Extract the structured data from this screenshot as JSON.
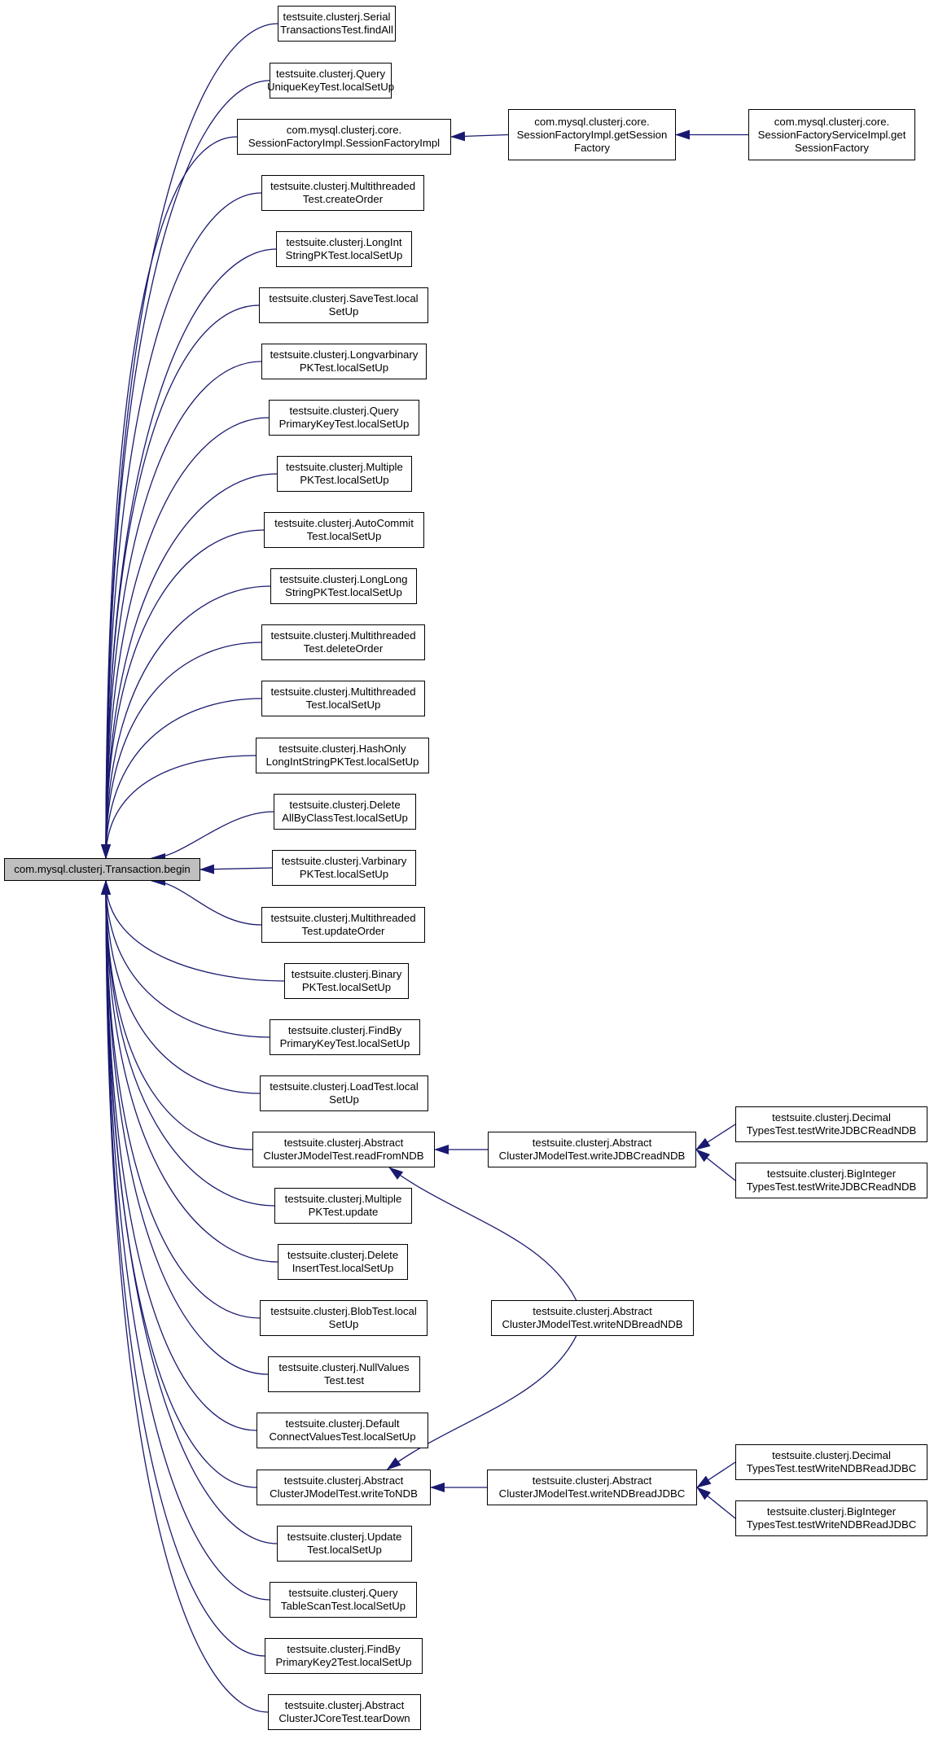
{
  "colors": {
    "edge": "#191970",
    "root_fill": "#bfbfbf",
    "node_fill": "#ffffff",
    "node_border": "#000000"
  },
  "root": {
    "id": "root",
    "lines": [
      "com.mysql.clusterj.Transaction.begin"
    ]
  },
  "nodes": [
    {
      "id": "n1",
      "lines": [
        "testsuite.clusterj.Serial",
        "TransactionsTest.findAll"
      ]
    },
    {
      "id": "n2",
      "lines": [
        "testsuite.clusterj.Query",
        "UniqueKeyTest.localSetUp"
      ]
    },
    {
      "id": "n3",
      "lines": [
        "com.mysql.clusterj.core.",
        "SessionFactoryImpl.SessionFactoryImpl"
      ]
    },
    {
      "id": "n4",
      "lines": [
        "testsuite.clusterj.Multithreaded",
        "Test.createOrder"
      ]
    },
    {
      "id": "n5",
      "lines": [
        "testsuite.clusterj.LongInt",
        "StringPKTest.localSetUp"
      ]
    },
    {
      "id": "n6",
      "lines": [
        "testsuite.clusterj.SaveTest.local",
        "SetUp"
      ]
    },
    {
      "id": "n7",
      "lines": [
        "testsuite.clusterj.Longvarbinary",
        "PKTest.localSetUp"
      ]
    },
    {
      "id": "n8",
      "lines": [
        "testsuite.clusterj.Query",
        "PrimaryKeyTest.localSetUp"
      ]
    },
    {
      "id": "n9",
      "lines": [
        "testsuite.clusterj.Multiple",
        "PKTest.localSetUp"
      ]
    },
    {
      "id": "n10",
      "lines": [
        "testsuite.clusterj.AutoCommit",
        "Test.localSetUp"
      ]
    },
    {
      "id": "n11",
      "lines": [
        "testsuite.clusterj.LongLong",
        "StringPKTest.localSetUp"
      ]
    },
    {
      "id": "n12",
      "lines": [
        "testsuite.clusterj.Multithreaded",
        "Test.deleteOrder"
      ]
    },
    {
      "id": "n13",
      "lines": [
        "testsuite.clusterj.Multithreaded",
        "Test.localSetUp"
      ]
    },
    {
      "id": "n14",
      "lines": [
        "testsuite.clusterj.HashOnly",
        "LongIntStringPKTest.localSetUp"
      ]
    },
    {
      "id": "n15",
      "lines": [
        "testsuite.clusterj.Delete",
        "AllByClassTest.localSetUp"
      ]
    },
    {
      "id": "n16",
      "lines": [
        "testsuite.clusterj.Varbinary",
        "PKTest.localSetUp"
      ]
    },
    {
      "id": "n17",
      "lines": [
        "testsuite.clusterj.Multithreaded",
        "Test.updateOrder"
      ]
    },
    {
      "id": "n18",
      "lines": [
        "testsuite.clusterj.Binary",
        "PKTest.localSetUp"
      ]
    },
    {
      "id": "n19",
      "lines": [
        "testsuite.clusterj.FindBy",
        "PrimaryKeyTest.localSetUp"
      ]
    },
    {
      "id": "n20",
      "lines": [
        "testsuite.clusterj.LoadTest.local",
        "SetUp"
      ]
    },
    {
      "id": "n21",
      "lines": [
        "testsuite.clusterj.Abstract",
        "ClusterJModelTest.readFromNDB"
      ]
    },
    {
      "id": "n22",
      "lines": [
        "testsuite.clusterj.Multiple",
        "PKTest.update"
      ]
    },
    {
      "id": "n23",
      "lines": [
        "testsuite.clusterj.Delete",
        "InsertTest.localSetUp"
      ]
    },
    {
      "id": "n24",
      "lines": [
        "testsuite.clusterj.BlobTest.local",
        "SetUp"
      ]
    },
    {
      "id": "n25",
      "lines": [
        "testsuite.clusterj.NullValues",
        "Test.test"
      ]
    },
    {
      "id": "n26",
      "lines": [
        "testsuite.clusterj.Default",
        "ConnectValuesTest.localSetUp"
      ]
    },
    {
      "id": "n27",
      "lines": [
        "testsuite.clusterj.Abstract",
        "ClusterJModelTest.writeToNDB"
      ]
    },
    {
      "id": "n28",
      "lines": [
        "testsuite.clusterj.Update",
        "Test.localSetUp"
      ]
    },
    {
      "id": "n29",
      "lines": [
        "testsuite.clusterj.Query",
        "TableScanTest.localSetUp"
      ]
    },
    {
      "id": "n30",
      "lines": [
        "testsuite.clusterj.FindBy",
        "PrimaryKey2Test.localSetUp"
      ]
    },
    {
      "id": "n31",
      "lines": [
        "testsuite.clusterj.Abstract",
        "ClusterJCoreTest.tearDown"
      ]
    },
    {
      "id": "m1",
      "lines": [
        "com.mysql.clusterj.core.",
        "SessionFactoryImpl.getSession",
        "Factory"
      ]
    },
    {
      "id": "m2",
      "lines": [
        "com.mysql.clusterj.core.",
        "SessionFactoryServiceImpl.get",
        "SessionFactory"
      ]
    },
    {
      "id": "m3",
      "lines": [
        "testsuite.clusterj.Abstract",
        "ClusterJModelTest.writeJDBCreadNDB"
      ]
    },
    {
      "id": "m4",
      "lines": [
        "testsuite.clusterj.Decimal",
        "TypesTest.testWriteJDBCReadNDB"
      ]
    },
    {
      "id": "m5",
      "lines": [
        "testsuite.clusterj.BigInteger",
        "TypesTest.testWriteJDBCReadNDB"
      ]
    },
    {
      "id": "m6",
      "lines": [
        "testsuite.clusterj.Abstract",
        "ClusterJModelTest.writeNDBreadNDB"
      ]
    },
    {
      "id": "m7",
      "lines": [
        "testsuite.clusterj.Abstract",
        "ClusterJModelTest.writeNDBreadJDBC"
      ]
    },
    {
      "id": "m8",
      "lines": [
        "testsuite.clusterj.Decimal",
        "TypesTest.testWriteNDBReadJDBC"
      ]
    },
    {
      "id": "m9",
      "lines": [
        "testsuite.clusterj.BigInteger",
        "TypesTest.testWriteNDBReadJDBC"
      ]
    }
  ],
  "edges": [
    [
      "n1",
      "root"
    ],
    [
      "n2",
      "root"
    ],
    [
      "n3",
      "root"
    ],
    [
      "n4",
      "root"
    ],
    [
      "n5",
      "root"
    ],
    [
      "n6",
      "root"
    ],
    [
      "n7",
      "root"
    ],
    [
      "n8",
      "root"
    ],
    [
      "n9",
      "root"
    ],
    [
      "n10",
      "root"
    ],
    [
      "n11",
      "root"
    ],
    [
      "n12",
      "root"
    ],
    [
      "n13",
      "root"
    ],
    [
      "n14",
      "root"
    ],
    [
      "n15",
      "root"
    ],
    [
      "n16",
      "root"
    ],
    [
      "n17",
      "root"
    ],
    [
      "n18",
      "root"
    ],
    [
      "n19",
      "root"
    ],
    [
      "n20",
      "root"
    ],
    [
      "n21",
      "root"
    ],
    [
      "n22",
      "root"
    ],
    [
      "n23",
      "root"
    ],
    [
      "n24",
      "root"
    ],
    [
      "n25",
      "root"
    ],
    [
      "n26",
      "root"
    ],
    [
      "n27",
      "root"
    ],
    [
      "n28",
      "root"
    ],
    [
      "n29",
      "root"
    ],
    [
      "n30",
      "root"
    ],
    [
      "n31",
      "root"
    ],
    [
      "m1",
      "n3"
    ],
    [
      "m2",
      "m1"
    ],
    [
      "m3",
      "n21"
    ],
    [
      "m4",
      "m3"
    ],
    [
      "m5",
      "m3"
    ],
    [
      "m6",
      "n21"
    ],
    [
      "m6",
      "n27"
    ],
    [
      "m7",
      "n27"
    ],
    [
      "m8",
      "m7"
    ],
    [
      "m9",
      "m7"
    ]
  ]
}
